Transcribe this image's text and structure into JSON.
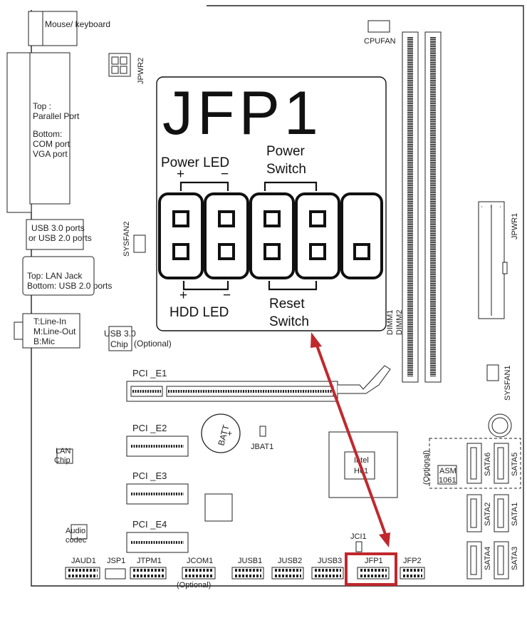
{
  "connectors": {
    "mouse_keyboard": "Mouse/ keyboard",
    "cpufan": "CPUFAN",
    "jpwr2": "JPWR2",
    "jpwr1": "JPWR1",
    "parallel_top": "Top :",
    "parallel_port": "Parallel Port",
    "parallel_bottom": "Bottom:",
    "com_port": "COM port",
    "vga_port": "VGA port",
    "usb_ports_1": "USB 3.0  ports",
    "usb_ports_2": "or USB 2.0 ports",
    "sysfan2": "SYSFAN2",
    "lan_top": "Top: LAN Jack",
    "lan_bottom": "Bottom: USB 2.0 ports",
    "audio_line_in": "T:Line-In",
    "audio_line_out": "M:Line-Out",
    "audio_mic": "B:Mic",
    "usb3_chip_1": "USB 3.0",
    "usb3_chip_2": "Chip",
    "optional": "(Optional)",
    "pci_e1": "PCI _E1",
    "pci_e2": "PCI _E2",
    "pci_e3": "PCI _E3",
    "pci_e4": "PCI _E4",
    "batt": "BATT",
    "batt_plus": "+",
    "jbat1": "JBAT1",
    "lan_chip_1": "LAN",
    "lan_chip_2": "Chip",
    "audio_codec_1": "Audio",
    "audio_codec_2": "codec",
    "intel_1": "Intel",
    "intel_2": "H61",
    "asm_1": "ASM",
    "asm_2": "1061",
    "dimm1": "DIMM1",
    "dimm2": "DIMM2",
    "sysfan1": "SYSFAN1",
    "sata1": "SATA1",
    "sata2": "SATA2",
    "sata3": "SATA3",
    "sata4": "SATA4",
    "sata5": "SATA5",
    "sata6": "SATA6",
    "jci1": "JCI1",
    "jaud1": "JAUD1",
    "jsp1": "JSP1",
    "jtpm1": "JTPM1",
    "jcom1": "JCOM1",
    "jusb1": "JUSB1",
    "jusb2": "JUSB2",
    "jusb3": "JUSB3",
    "jfp1": "JFP1",
    "jfp2": "JFP2"
  },
  "callout": {
    "title": "JFP1",
    "power_led": "Power  LED",
    "power_switch_1": "Power",
    "power_switch_2": "Switch",
    "plus": "+",
    "minus": "−",
    "hdd_led": "HDD  LED",
    "reset_1": "Reset",
    "reset_2": "Switch"
  },
  "colors": {
    "highlight": "#c0282d",
    "ink": "#111111"
  }
}
